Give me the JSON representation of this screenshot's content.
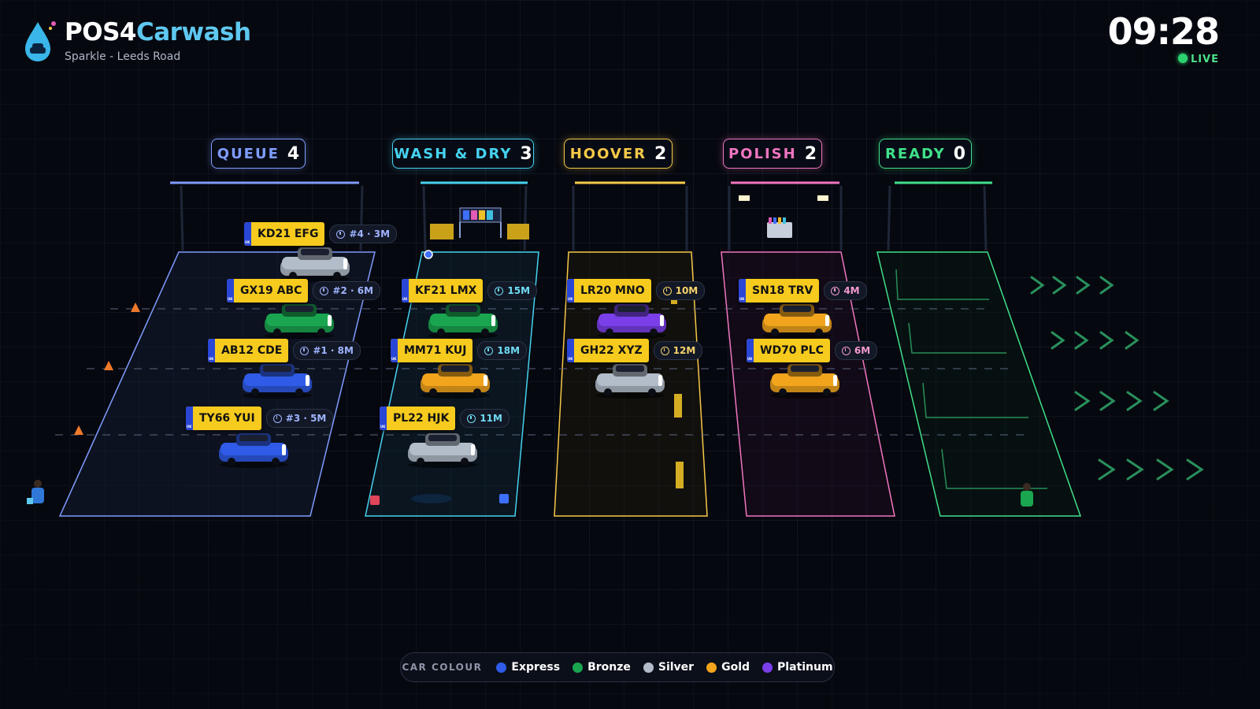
{
  "app": {
    "brand_part1": "POS4",
    "brand_part2": "Carwash",
    "location": "Sparkle - Leeds Road"
  },
  "clock": {
    "time": "09:28",
    "status": "LIVE"
  },
  "colors": {
    "express": "#2f5be8",
    "bronze": "#1aa650",
    "silver": "#b3bdca",
    "gold": "#f2a51c",
    "platinum": "#7a3fe8",
    "queue": "#7f9cff",
    "wash": "#45d2f0",
    "hoover": "#f7c948",
    "polish": "#f075c0",
    "ready": "#3fe08a"
  },
  "columns": [
    {
      "id": "queue",
      "label": "QUEUE",
      "count": "4",
      "color": "#7f9cff"
    },
    {
      "id": "wash",
      "label": "WASH & DRY",
      "count": "3",
      "color": "#45d2f0"
    },
    {
      "id": "hoover",
      "label": "HOOVER",
      "count": "2",
      "color": "#f7c948"
    },
    {
      "id": "polish",
      "label": "POLISH",
      "count": "2",
      "color": "#f075c0"
    },
    {
      "id": "ready",
      "label": "READY",
      "count": "0",
      "color": "#3fe08a"
    }
  ],
  "cars": [
    {
      "plate": "KD21 EFG",
      "info": "#4 · 3M",
      "stage": "queue",
      "package": "silver",
      "info_color": "#9fb3ff"
    },
    {
      "plate": "GX19 ABC",
      "info": "#2 · 6M",
      "stage": "queue",
      "package": "bronze",
      "info_color": "#9fb3ff"
    },
    {
      "plate": "AB12 CDE",
      "info": "#1 · 8M",
      "stage": "queue",
      "package": "express",
      "info_color": "#9fb3ff"
    },
    {
      "plate": "TY66 YUI",
      "info": "#3 · 5M",
      "stage": "queue",
      "package": "express",
      "info_color": "#9fb3ff"
    },
    {
      "plate": "KF21 LMX",
      "info": "15M",
      "stage": "wash",
      "package": "bronze",
      "info_color": "#6fdcf5"
    },
    {
      "plate": "MM71 KUJ",
      "info": "18M",
      "stage": "wash",
      "package": "gold",
      "info_color": "#6fdcf5"
    },
    {
      "plate": "PL22 HJK",
      "info": "11M",
      "stage": "wash",
      "package": "silver",
      "info_color": "#6fdcf5"
    },
    {
      "plate": "LR20 MNO",
      "info": "10M",
      "stage": "hoover",
      "package": "platinum",
      "info_color": "#f7d36a"
    },
    {
      "plate": "GH22 XYZ",
      "info": "12M",
      "stage": "hoover",
      "package": "silver",
      "info_color": "#f7d36a"
    },
    {
      "plate": "SN18 TRV",
      "info": "4M",
      "stage": "polish",
      "package": "gold",
      "info_color": "#f59ad0"
    },
    {
      "plate": "WD70 PLC",
      "info": "6M",
      "stage": "polish",
      "package": "gold",
      "info_color": "#f59ad0"
    }
  ],
  "legend": {
    "title": "CAR COLOUR",
    "items": [
      {
        "label": "Express",
        "color": "#2f5be8"
      },
      {
        "label": "Bronze",
        "color": "#1aa650"
      },
      {
        "label": "Silver",
        "color": "#b3bdca"
      },
      {
        "label": "Gold",
        "color": "#f2a51c"
      },
      {
        "label": "Platinum",
        "color": "#7a3fe8"
      }
    ]
  }
}
